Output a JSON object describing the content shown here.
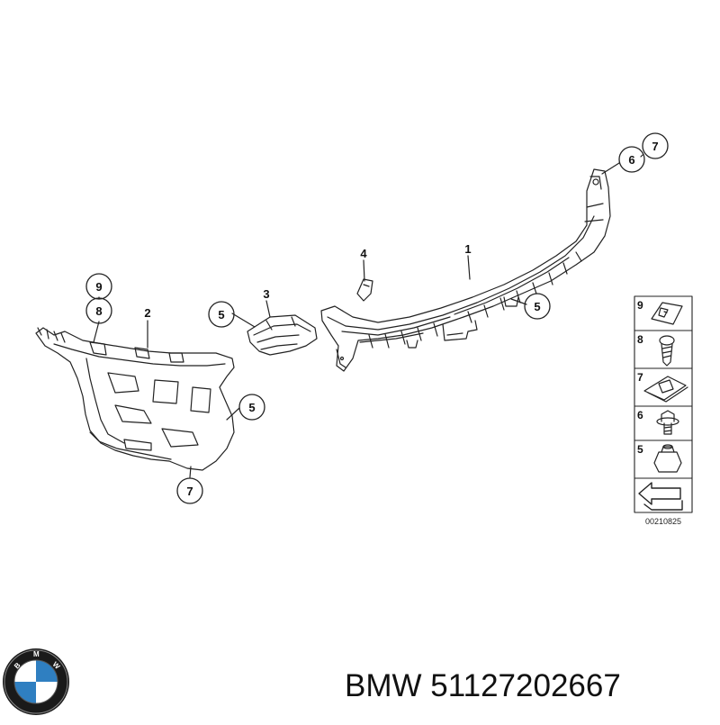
{
  "diagram": {
    "callouts": {
      "c7_top": "7",
      "c6_top": "6",
      "c4": "4",
      "c1": "1",
      "c3": "3",
      "c5_mid": "5",
      "c5_right": "5",
      "c9_left": "9",
      "c8_left": "8",
      "c2": "2",
      "c5_left": "5",
      "c7_bottom": "7"
    },
    "legend": {
      "items": [
        {
          "num": "9",
          "icon": "clip-nut-icon"
        },
        {
          "num": "8",
          "icon": "screw-icon"
        },
        {
          "num": "7",
          "icon": "speed-nut-icon"
        },
        {
          "num": "6",
          "icon": "flange-bolt-icon"
        },
        {
          "num": "5",
          "icon": "expanding-nut-icon"
        }
      ],
      "arrow_icon": "direction-arrow-icon"
    },
    "drawing_code": "00210825"
  },
  "footer": {
    "brand": "BMW",
    "part_number": "51127202667"
  },
  "colors": {
    "line": "#222222",
    "text": "#111111",
    "background": "#ffffff"
  }
}
